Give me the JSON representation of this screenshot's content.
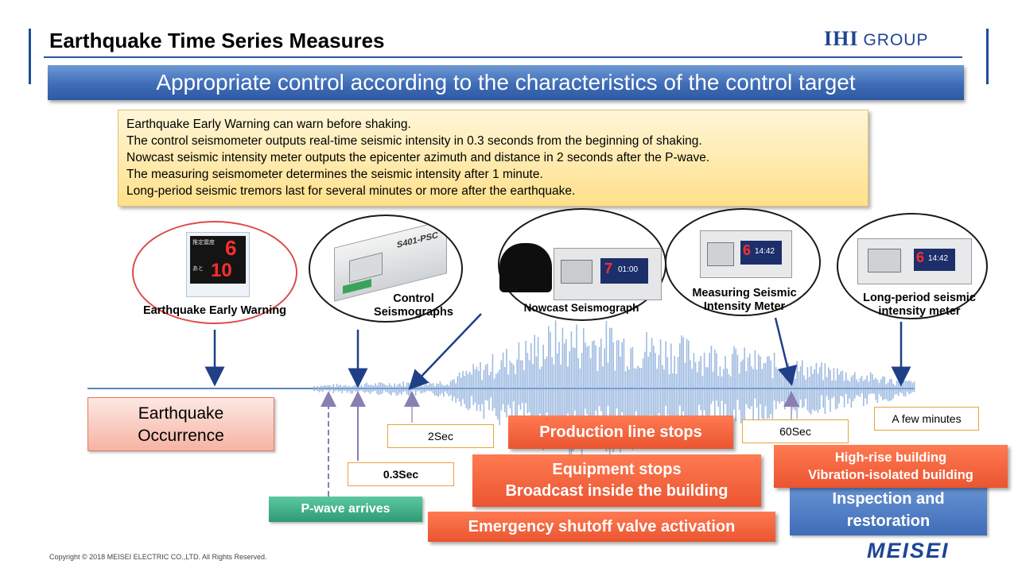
{
  "header": {
    "title": "Earthquake Time Series Measures",
    "brand_main": "IHI",
    "brand_group": "GROUP"
  },
  "banner": "Appropriate control according to the characteristics of the control target",
  "notes": [
    "Earthquake Early Warning can warn before shaking.",
    "The control seismometer outputs real-time seismic intensity in 0.3 seconds from the beginning of shaking.",
    "Nowcast seismic intensity meter outputs the epicenter azimuth and distance in 2 seconds after the P-wave.",
    "The measuring seismometer determines the seismic intensity after 1 minute.",
    "Long-period seismic tremors last for several minutes or more after the earthquake."
  ],
  "devices": [
    {
      "label": "Earthquake Early Warning",
      "display_top": "6",
      "display_bottom": "10",
      "sub1": "推定震度",
      "sub2": "あと"
    },
    {
      "label_line1": "Control",
      "label_line2": "Seismographs",
      "model": "S401-PSC"
    },
    {
      "label": "Nowcast Seismograph",
      "digit": "7",
      "clock": "01:00"
    },
    {
      "label_line1": "Measuring Seismic",
      "label_line2": "Intensity Meter",
      "digit": "6",
      "clock": "14:42"
    },
    {
      "label_line1": "Long-period seismic",
      "label_line2": "intensity meter",
      "digit": "6",
      "clock": "14:42"
    }
  ],
  "timeline": {
    "occurrence_line1": "Earthquake",
    "occurrence_line2": "Occurrence",
    "p_wave": "P-wave arrives",
    "t_03": "0.3Sec",
    "t_2": "2Sec",
    "t_60": "60Sec",
    "t_few": "A few minutes"
  },
  "actions": {
    "production": "Production line stops",
    "equipment_line1": "Equipment stops",
    "equipment_line2": "Broadcast inside the building",
    "emergency": "Emergency shutoff valve activation",
    "highrise_line1": "High-rise building",
    "highrise_line2": "Vibration-isolated building",
    "inspection_line1": "Inspection and",
    "inspection_line2": "restoration"
  },
  "footer": {
    "copyright": "Copyright © 2018 MEISEI ELECTRIC CO.,LTD. All Rights Reserved.",
    "logo": "MEISEI"
  },
  "colors": {
    "brand_blue": "#1d4595",
    "action_red": "#ea5530",
    "p_wave_green": "#3aa882",
    "inspection_blue": "#4a79c4"
  }
}
